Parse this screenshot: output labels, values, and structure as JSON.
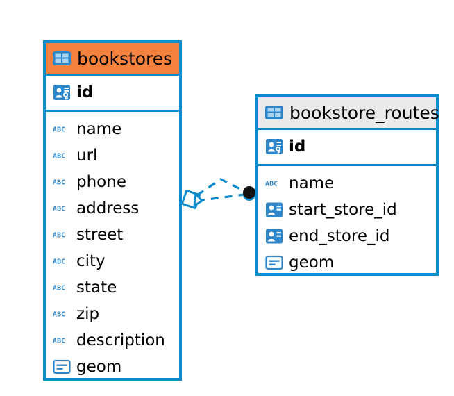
{
  "diagram": {
    "type": "entity-relationship-diagram",
    "background_color": "#ffffff",
    "accent_color": "#0d8bcc",
    "highlight_color": "#f5813e",
    "neutral_header_color": "#eaeaea"
  },
  "entities": [
    {
      "id": "bookstores",
      "name": "bookstores",
      "header_style": "accent",
      "table_icon": "table-icon",
      "primary_keys": [
        {
          "name": "id",
          "icon": "primary-key-icon"
        }
      ],
      "fields": [
        {
          "name": "name",
          "icon": "abc-text-icon"
        },
        {
          "name": "url",
          "icon": "abc-text-icon"
        },
        {
          "name": "phone",
          "icon": "abc-text-icon"
        },
        {
          "name": "address",
          "icon": "abc-text-icon"
        },
        {
          "name": "street",
          "icon": "abc-text-icon"
        },
        {
          "name": "city",
          "icon": "abc-text-icon"
        },
        {
          "name": "state",
          "icon": "abc-text-icon"
        },
        {
          "name": "zip",
          "icon": "abc-text-icon"
        },
        {
          "name": "description",
          "icon": "abc-text-icon"
        },
        {
          "name": "geom",
          "icon": "geometry-blob-icon"
        }
      ]
    },
    {
      "id": "bookstore_routes",
      "name": "bookstore_routes",
      "header_style": "plain",
      "table_icon": "table-icon",
      "primary_keys": [
        {
          "name": "id",
          "icon": "primary-key-icon"
        }
      ],
      "fields": [
        {
          "name": "name",
          "icon": "abc-text-icon"
        },
        {
          "name": "start_store_id",
          "icon": "foreign-key-icon"
        },
        {
          "name": "end_store_id",
          "icon": "foreign-key-icon"
        },
        {
          "name": "geom",
          "icon": "geometry-blob-icon"
        }
      ]
    }
  ],
  "relationship": {
    "from_entity": "bookstores",
    "to_entity": "bookstore_routes",
    "line_style": "dashed",
    "line_color": "#0d8bcc",
    "source_marker": "diamond-crowfoot-marker",
    "target_marker": "filled-circle-marker",
    "target_marker_color": "#111111"
  }
}
